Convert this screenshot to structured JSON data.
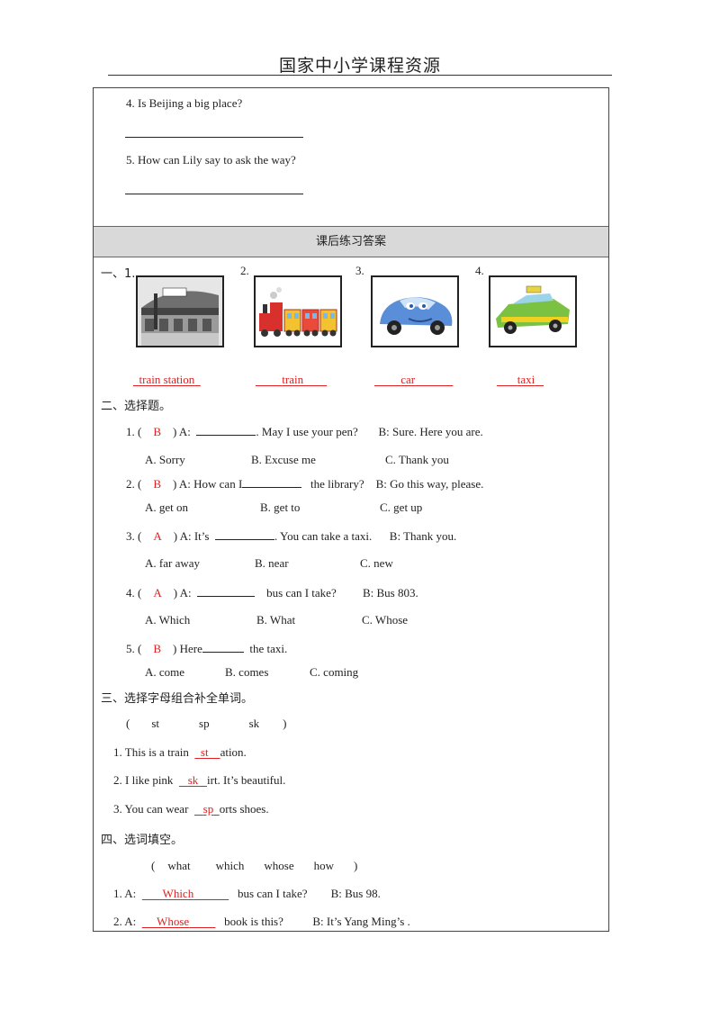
{
  "header": {
    "title": "国家中小学课程资源"
  },
  "questions": [
    {
      "text": "4.  Is Beijing a big place?"
    },
    {
      "text": "5.  How can Lily say to ask the way?"
    }
  ],
  "answers_title": "课后练习答案",
  "section1": {
    "label": "一、1.",
    "nums": [
      "2.",
      "3.",
      "4."
    ],
    "answers": [
      "train station",
      "train",
      "car",
      "taxi"
    ],
    "icons": [
      "train-station-icon",
      "train-icon",
      "car-icon",
      "taxi-icon"
    ]
  },
  "section2": {
    "title": "二、选择题。",
    "items": [
      {
        "num": "1. (",
        "ans": "B",
        "pre": ") A:",
        "post": ". May I use your pen?",
        "reply": "B: Sure. Here you are.",
        "opts": [
          "A. Sorry",
          "B. Excuse me",
          "C. Thank you"
        ]
      },
      {
        "num": "2. (",
        "ans": "B",
        "pre": ") A: How can I",
        "post": "the library?",
        "reply": "B: Go this way, please.",
        "opts": [
          "A. get on",
          "B. get to",
          "C. get up"
        ]
      },
      {
        "num": "3. (",
        "ans": "A",
        "pre": ") A: It’s",
        "post": ". You can take a taxi.",
        "reply": "B: Thank you.",
        "opts": [
          "A. far away",
          "B. near",
          "C. new"
        ]
      },
      {
        "num": "4. (",
        "ans": "A",
        "pre": ") A:",
        "post": "bus can I take?",
        "reply": "B: Bus 803.",
        "opts": [
          "A. Which",
          "B. What",
          "C. Whose"
        ]
      },
      {
        "num": "5. (",
        "ans": "B",
        "pre": ") Here",
        "post": "the taxi.",
        "reply": "",
        "opts": [
          "A. come",
          "B. comes",
          "C. coming"
        ]
      }
    ]
  },
  "section3": {
    "title": "三、选择字母组合补全单词。",
    "choices": [
      "(",
      "st",
      "sp",
      "sk",
      ")"
    ],
    "items": [
      {
        "pre": "1. This is a train",
        "ans": "st",
        "post": "ation."
      },
      {
        "pre": "2. I like pink",
        "ans": "sk",
        "post": "irt. It’s beautiful."
      },
      {
        "pre": "3. You can wear",
        "ans": "sp",
        "post": "orts shoes."
      }
    ]
  },
  "section4": {
    "title": "四、选词填空。",
    "choices": [
      "(",
      "what",
      "which",
      "whose",
      "how",
      ")"
    ],
    "items": [
      {
        "pre": "1. A:",
        "ans": "Which",
        "post": "bus can I take?",
        "reply": "B: Bus 98."
      },
      {
        "pre": "2. A:",
        "ans": "Whose",
        "post": "book is this?",
        "reply": "B: It’s Yang Ming’s ."
      }
    ]
  },
  "colors": {
    "answer": "#e02020",
    "band": "#d9d9d9"
  }
}
